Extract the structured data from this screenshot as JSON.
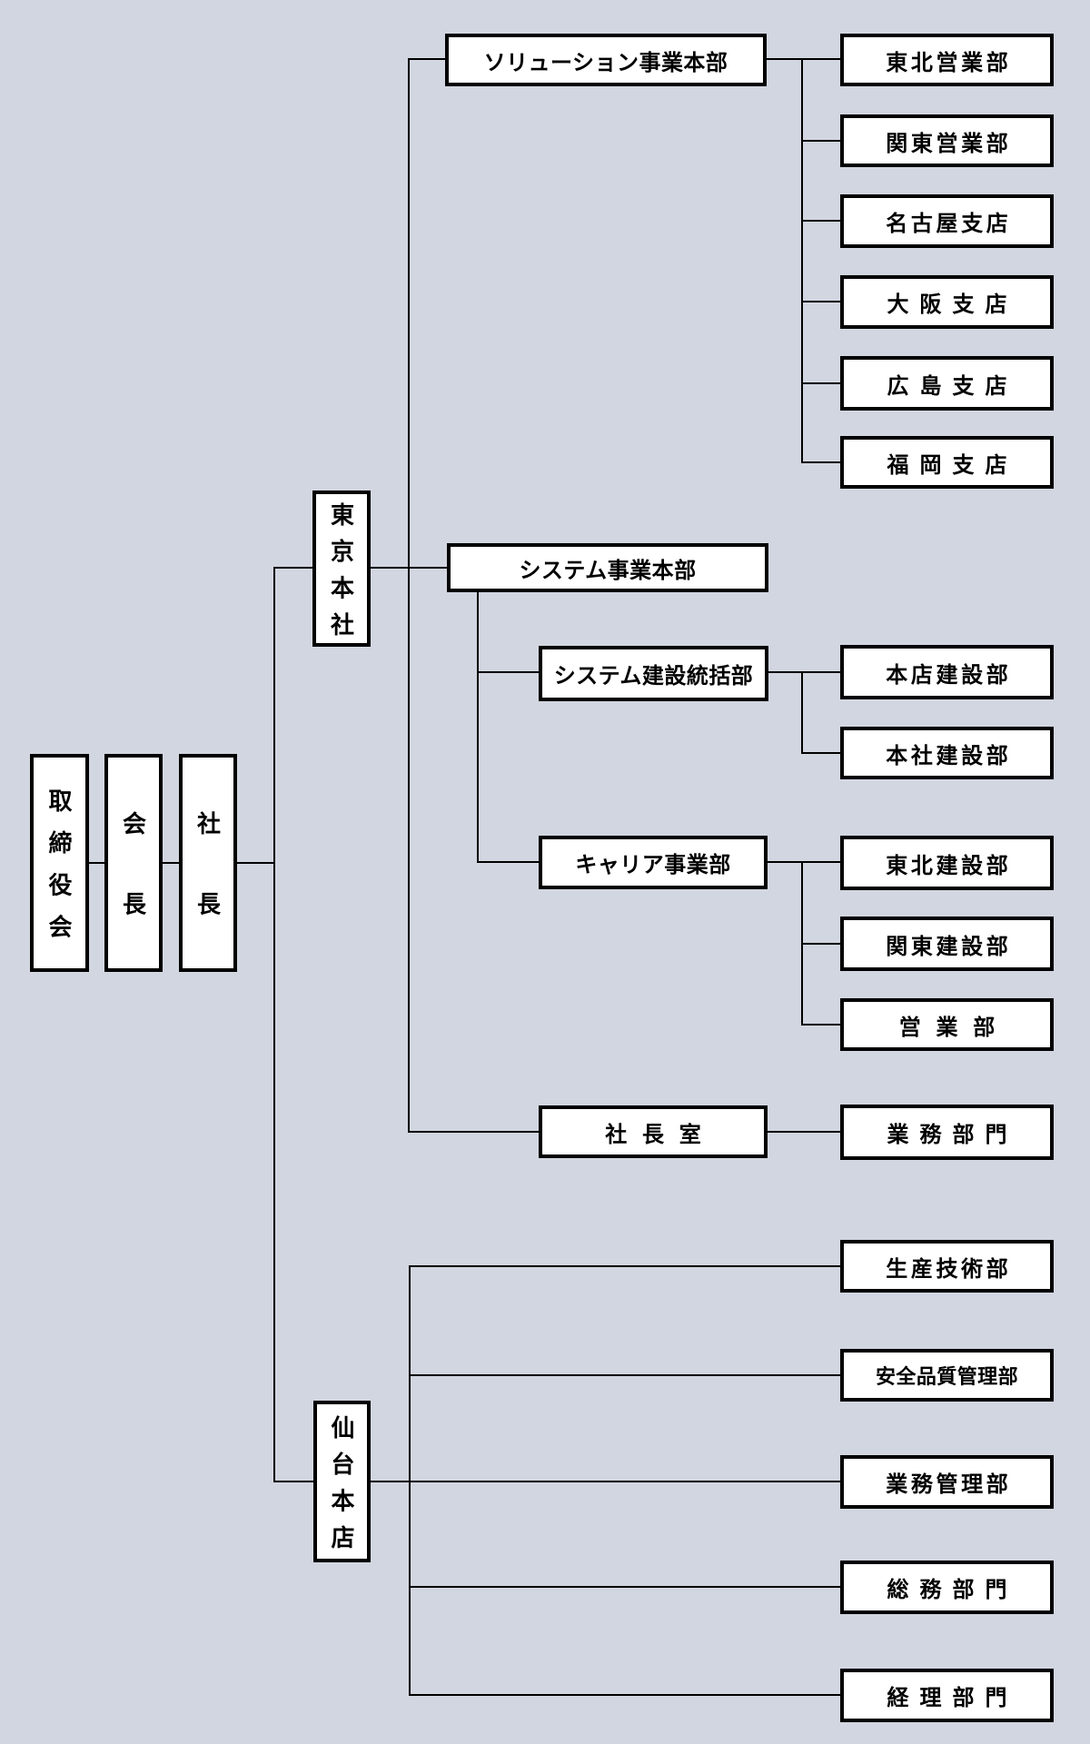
{
  "chart_title": "",
  "colors": {
    "background": "#d2d6e0",
    "box_fill": "#ffffff",
    "box_border": "#000000",
    "connector_line": "#000000",
    "text": "#000000"
  },
  "nodes": {
    "board": {
      "label": "取締役会"
    },
    "chairman": {
      "label": "会長"
    },
    "president": {
      "label": "社長"
    },
    "tokyo_hq": {
      "label": "東京本社"
    },
    "sendai_branch": {
      "label": "仙台本店"
    },
    "solution_div": {
      "label": "ソリューション事業本部"
    },
    "tohoku_sales": {
      "label": "東北営業部"
    },
    "kanto_sales": {
      "label": "関東営業部"
    },
    "nagoya_branch": {
      "label": "名古屋支店"
    },
    "osaka_branch": {
      "label": "大阪支店"
    },
    "hiroshima_branch": {
      "label": "広島支店"
    },
    "fukuoka_branch": {
      "label": "福岡支店"
    },
    "system_div": {
      "label": "システム事業本部"
    },
    "system_constr": {
      "label": "システム建設統括部"
    },
    "honten_constr": {
      "label": "本店建設部"
    },
    "honsha_constr": {
      "label": "本社建設部"
    },
    "career_div": {
      "label": "キャリア事業部"
    },
    "tohoku_constr": {
      "label": "東北建設部"
    },
    "kanto_constr": {
      "label": "関東建設部"
    },
    "sales_dept": {
      "label": "営業部"
    },
    "president_office": {
      "label": "社長室"
    },
    "gyomu_bumon": {
      "label": "業務部門"
    },
    "seisan_gijutsu": {
      "label": "生産技術部"
    },
    "anzen_hinshitsu": {
      "label": "安全品質管理部"
    },
    "gyomu_kanri": {
      "label": "業務管理部"
    },
    "somu_bumon": {
      "label": "総務部門"
    },
    "keiri_bumon": {
      "label": "経理部門"
    }
  },
  "edges": [
    [
      "取締役会",
      "会長"
    ],
    [
      "会長",
      "社長"
    ],
    [
      "社長",
      "東京本社"
    ],
    [
      "社長",
      "仙台本店"
    ],
    [
      "東京本社",
      "ソリューション事業本部"
    ],
    [
      "東京本社",
      "システム事業本部"
    ],
    [
      "東京本社",
      "社長室"
    ],
    [
      "ソリューション事業本部",
      "東北営業部"
    ],
    [
      "ソリューション事業本部",
      "関東営業部"
    ],
    [
      "ソリューション事業本部",
      "名古屋支店"
    ],
    [
      "ソリューション事業本部",
      "大阪支店"
    ],
    [
      "ソリューション事業本部",
      "広島支店"
    ],
    [
      "ソリューション事業本部",
      "福岡支店"
    ],
    [
      "システム事業本部",
      "システム建設統括部"
    ],
    [
      "システム事業本部",
      "キャリア事業部"
    ],
    [
      "システム建設統括部",
      "本店建設部"
    ],
    [
      "システム建設統括部",
      "本社建設部"
    ],
    [
      "キャリア事業部",
      "東北建設部"
    ],
    [
      "キャリア事業部",
      "関東建設部"
    ],
    [
      "キャリア事業部",
      "営業部"
    ],
    [
      "社長室",
      "業務部門"
    ],
    [
      "仙台本店",
      "生産技術部"
    ],
    [
      "仙台本店",
      "安全品質管理部"
    ],
    [
      "仙台本店",
      "業務管理部"
    ],
    [
      "仙台本店",
      "総務部門"
    ],
    [
      "仙台本店",
      "経理部門"
    ]
  ]
}
